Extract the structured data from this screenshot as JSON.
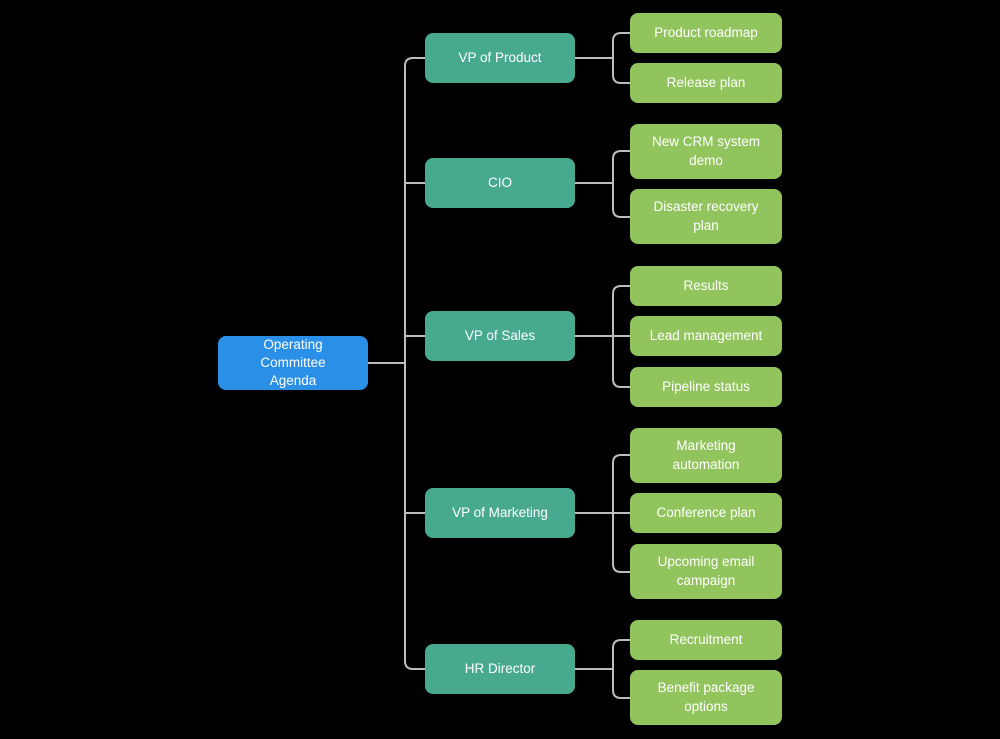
{
  "colors": {
    "background": "#000000",
    "root_fill": "#2A8FE6",
    "branch_fill": "#47AA8E",
    "leaf_fill": "#92C45E",
    "connector": "#BDBDBD",
    "text": "#FFFFFF"
  },
  "mindmap": {
    "root": {
      "label": "Operating Committee Agenda"
    },
    "branches": [
      {
        "label": "VP of Product",
        "children": [
          "Product roadmap",
          "Release plan"
        ]
      },
      {
        "label": "CIO",
        "children": [
          "New CRM system demo",
          "Disaster recovery plan"
        ]
      },
      {
        "label": "VP of Sales",
        "children": [
          "Results",
          "Lead management",
          "Pipeline status"
        ]
      },
      {
        "label": "VP of Marketing",
        "children": [
          "Marketing automation",
          "Conference plan",
          "Upcoming email campaign"
        ]
      },
      {
        "label": "HR Director",
        "children": [
          "Recruitment",
          "Benefit package options"
        ]
      }
    ]
  }
}
